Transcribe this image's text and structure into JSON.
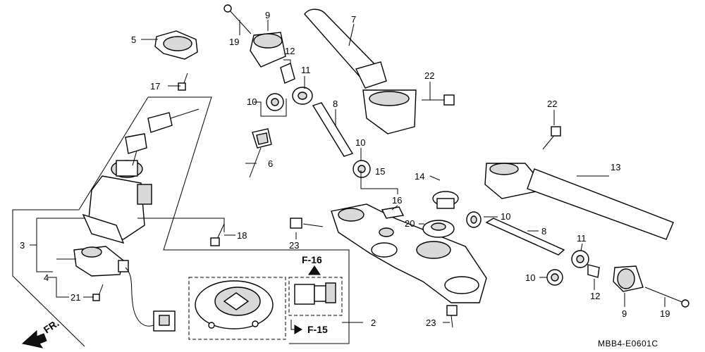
{
  "callouts": {
    "p2": "2",
    "p3": "3",
    "p4": "4",
    "p5": "5",
    "p6": "6",
    "p7": "7",
    "p8a": "8",
    "p8b": "8",
    "p9a": "9",
    "p9b": "9",
    "p10a": "10",
    "p10b": "10",
    "p10c": "10",
    "p10d": "10",
    "p11a": "11",
    "p11b": "11",
    "p12a": "12",
    "p12b": "12",
    "p13": "13",
    "p14": "14",
    "p15": "15",
    "p16": "16",
    "p17": "17",
    "p18": "18",
    "p19a": "19",
    "p19b": "19",
    "p20": "20",
    "p21": "21",
    "p22a": "22",
    "p22b": "22",
    "p23a": "23",
    "p23b": "23"
  },
  "references": {
    "f16": "F-16",
    "f15": "F-15"
  },
  "direction_label": "FR.",
  "diagram_code": "MBB4-E0601C"
}
